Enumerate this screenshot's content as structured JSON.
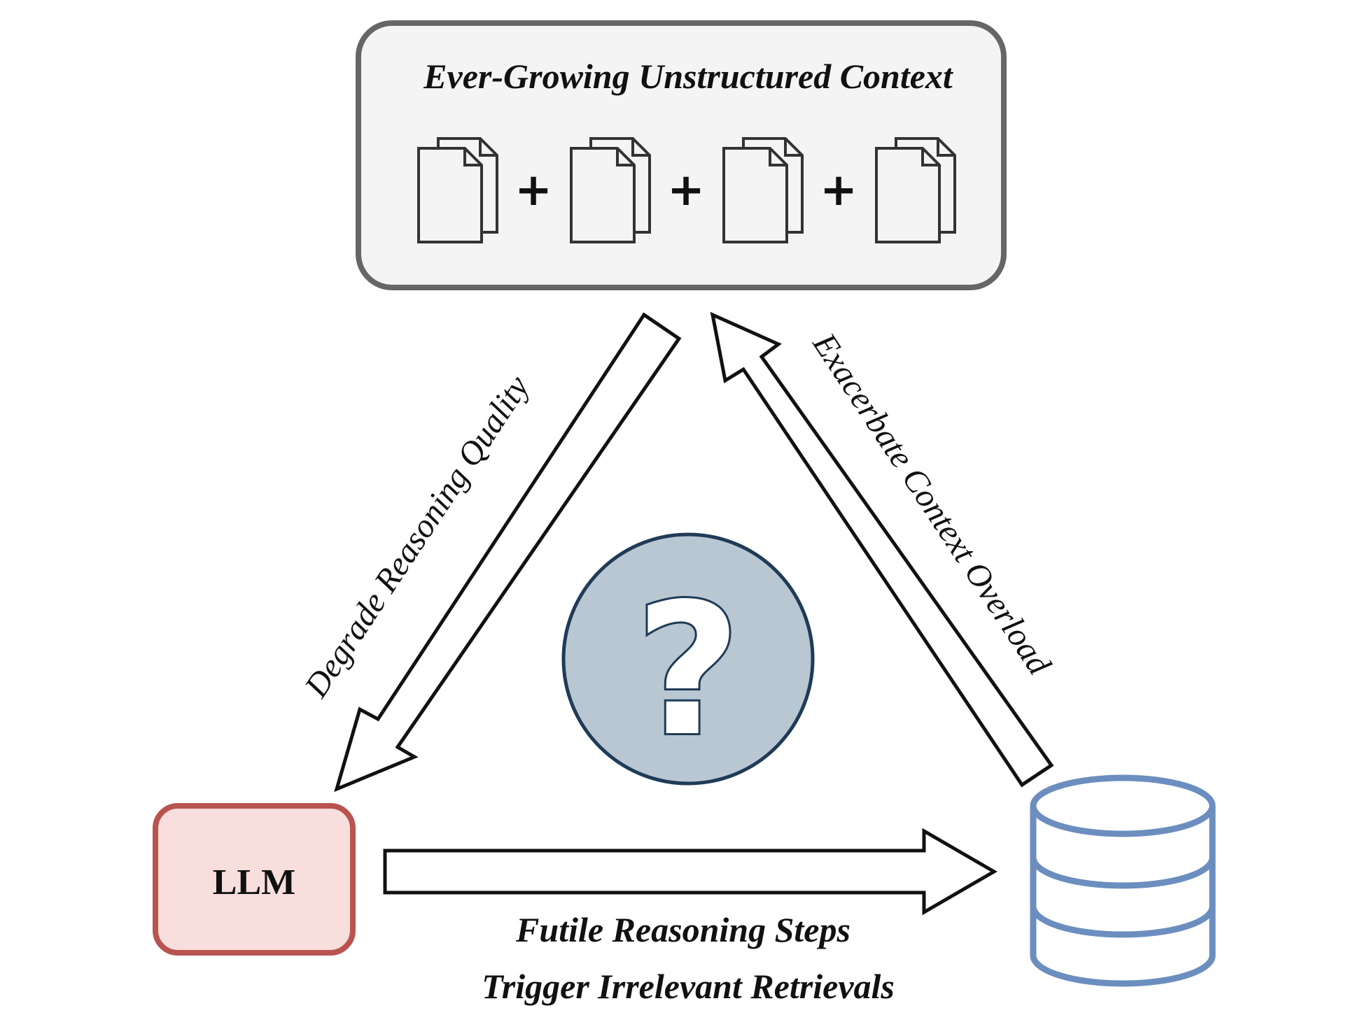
{
  "context": {
    "title": "Ever-Growing Unstructured Context",
    "documents": [
      "document-icon",
      "document-icon",
      "document-icon",
      "document-icon"
    ],
    "plus_signs": [
      "+",
      "+",
      "+"
    ]
  },
  "center": {
    "symbol": "?",
    "icon": "question-mark-icon"
  },
  "llm": {
    "label": "LLM"
  },
  "database": {
    "icon": "database-icon"
  },
  "arrows": {
    "context_to_llm": "Degrade Reasoning Quality",
    "database_to_context": "Exacerbate Context Overload",
    "llm_to_database_line1": "Futile Reasoning Steps",
    "llm_to_database_line2": "Trigger Irrelevant Retrievals"
  },
  "colors": {
    "context_border": "#666666",
    "context_fill": "#f4f4f4",
    "llm_border": "#b85450",
    "llm_fill": "#f8dedd",
    "database_stroke": "#6c8ebf",
    "circle_fill": "#b9c7d3",
    "circle_stroke": "#1f3b57"
  }
}
